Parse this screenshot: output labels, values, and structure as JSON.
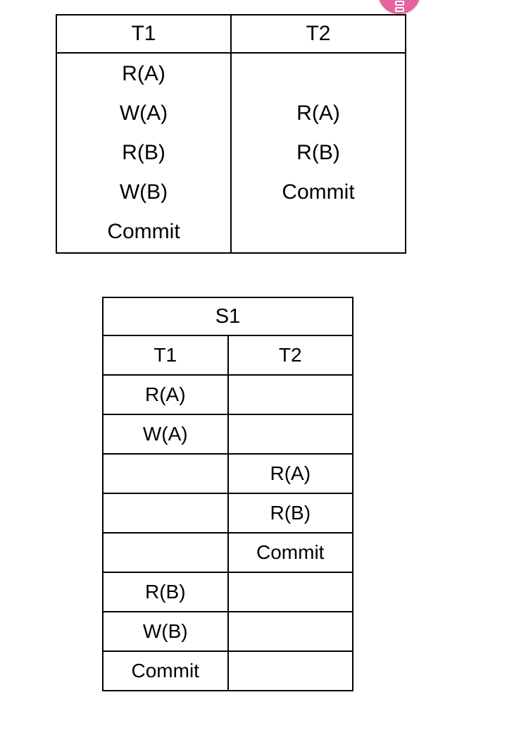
{
  "badge": {
    "name": "database-stack-badge",
    "icon": "database-stack-icon",
    "color": "#e8629f",
    "icon_color": "#ffffff"
  },
  "colors": {
    "page_background": "#ffffff",
    "table_border": "#000000",
    "text": "#000000",
    "badge_pink": "#e8629f"
  },
  "transactions_table": {
    "headers": [
      "T1",
      "T2"
    ],
    "columns": [
      {
        "name": "T1",
        "operations": [
          "R(A)",
          "W(A)",
          "R(B)",
          "W(B)",
          "Commit"
        ]
      },
      {
        "name": "T2",
        "operations": [
          "R(A)",
          "R(B)",
          "Commit"
        ]
      }
    ]
  },
  "schedule_table": {
    "title": "S1",
    "headers": [
      "T1",
      "T2"
    ],
    "rows": [
      {
        "t1": "R(A)",
        "t2": ""
      },
      {
        "t1": "W(A)",
        "t2": ""
      },
      {
        "t1": "",
        "t2": "R(A)"
      },
      {
        "t1": "",
        "t2": "R(B)"
      },
      {
        "t1": "",
        "t2": "Commit"
      },
      {
        "t1": "R(B)",
        "t2": ""
      },
      {
        "t1": "W(B)",
        "t2": ""
      },
      {
        "t1": "Commit",
        "t2": ""
      }
    ]
  }
}
